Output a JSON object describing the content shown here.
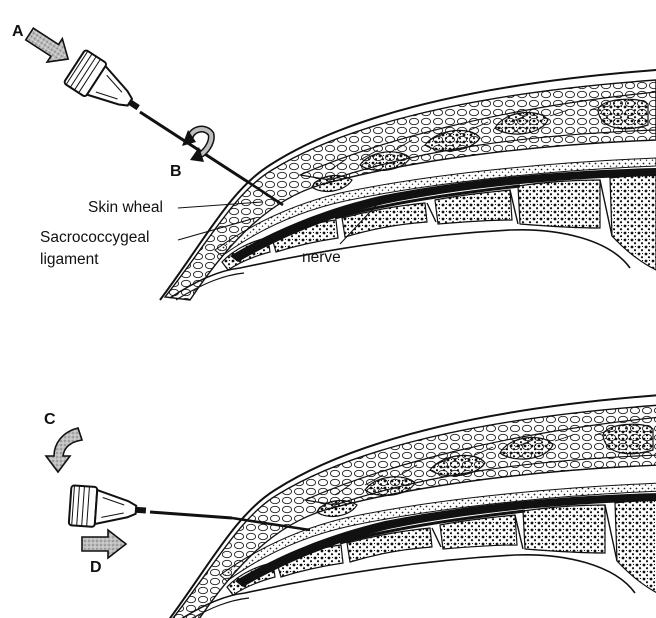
{
  "panels": [
    {
      "arrow_letters": [
        "A",
        "B"
      ],
      "labels": {
        "skin_wheal": "Skin wheal",
        "ligament_line1": "Sacrococcygeal",
        "ligament_line2": "ligament",
        "nerve": "nerve"
      }
    },
    {
      "arrow_letters": [
        "C",
        "D"
      ]
    }
  ],
  "colors": {
    "ink": "#111111",
    "background": "#ffffff",
    "arrow_fill": "#9a9a9a"
  },
  "icons": [
    "arrow-a-icon",
    "rotate-b-icon",
    "arrow-c-icon",
    "arrow-d-icon",
    "syringe-icon"
  ]
}
